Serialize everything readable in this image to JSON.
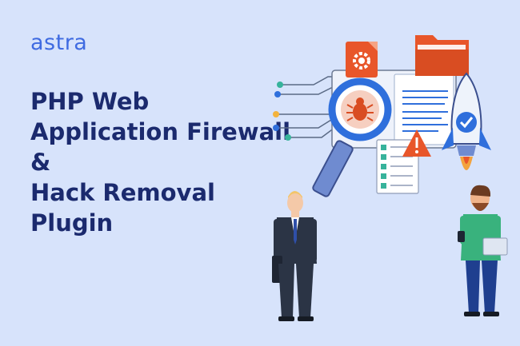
{
  "brand": {
    "logo_text": "astra",
    "logo_color": "#3f6be1"
  },
  "headline": {
    "lines": [
      "PHP Web",
      "Application Firewall",
      "&",
      "Hack Removal",
      "Plugin"
    ],
    "color": "#1b2a6e"
  },
  "icons": [
    "gear-icon",
    "folder-icon",
    "magnifier-icon",
    "bug-icon",
    "warning-icon",
    "checklist-icon",
    "rocket-icon",
    "check-badge-icon"
  ],
  "colors": {
    "background": "#d7e3fb",
    "accent_orange": "#e8562a",
    "accent_blue": "#2f6fdc"
  }
}
